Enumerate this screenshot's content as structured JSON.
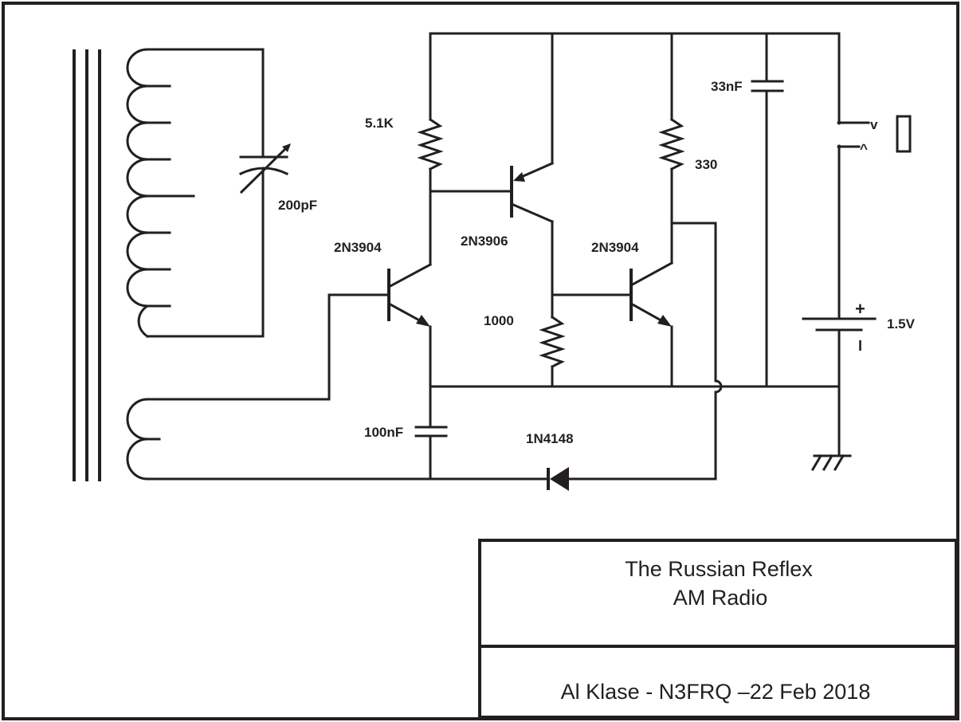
{
  "title_block": {
    "title_line1": "The Russian Reflex",
    "title_line2": "AM Radio",
    "author_line": "Al Klase - N3FRQ –22 Feb 2018"
  },
  "labels": {
    "c_tune": "200pF",
    "r_base": "5.1K",
    "q1": "2N3904",
    "q2": "2N3906",
    "q3": "2N3904",
    "r_1000": "1000",
    "r_330": "330",
    "c_bypass": "33nF",
    "c_100n": "100nF",
    "diode": "1N4148",
    "battery": "1.5V",
    "battery_plus": "+",
    "battery_minus": "I",
    "jack_tip": "v",
    "jack_ring": "^"
  },
  "colors": {
    "ink": "#231f20",
    "paper": "#ffffff"
  }
}
